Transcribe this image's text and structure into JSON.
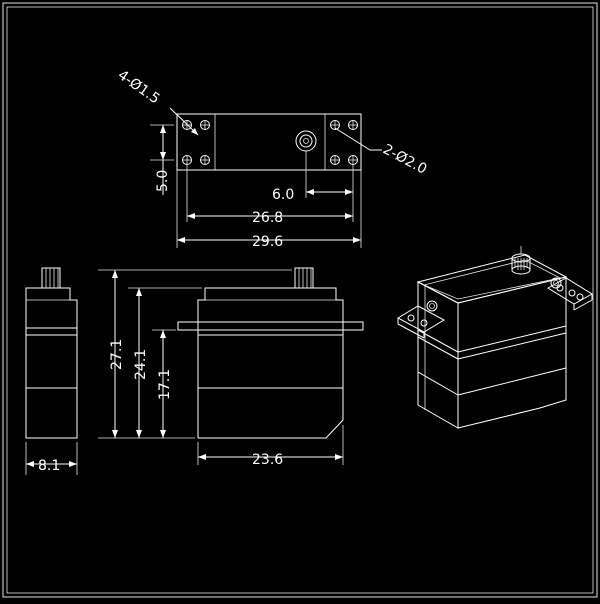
{
  "colors": {
    "background": "#000000",
    "line": "#ffffff",
    "frame": "#bdbdbd"
  },
  "labels": {
    "holes_mount": "4-Ø1.5",
    "holes_horn": "2-Ø2.0",
    "dim_flange_height": "5.0",
    "dim_shaft_offset": "6.0",
    "dim_hole_spacing": "26.8",
    "dim_overall_length": "29.6",
    "dim_total_height": "27.1",
    "dim_flange_top_height": "24.1",
    "dim_flange_height_from_base": "17.1",
    "dim_width": "8.1",
    "dim_body_length": "23.6"
  }
}
